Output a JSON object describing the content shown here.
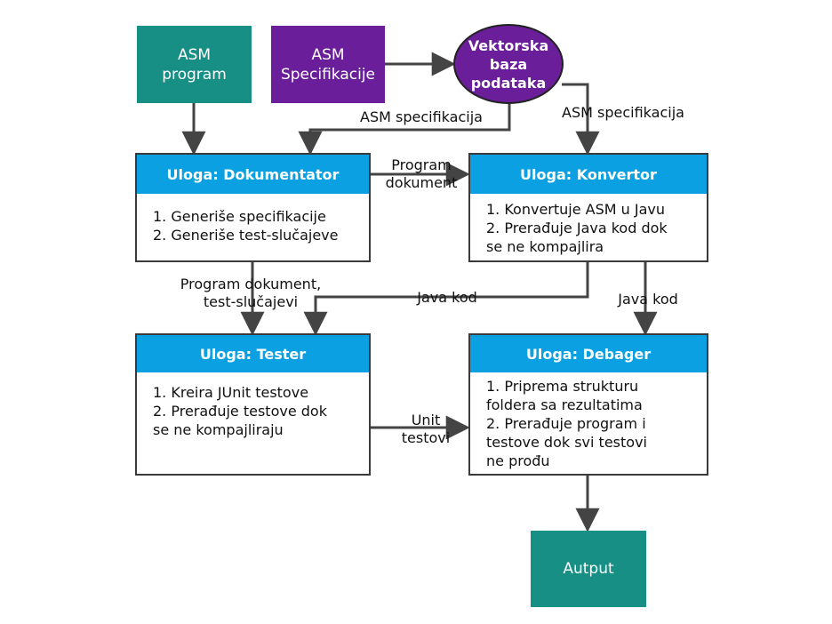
{
  "sources": {
    "asm_program": "ASM\nprogram",
    "asm_spec": "ASM\nSpecifikacije",
    "vector_db": "Vektorska\nbaza\npodataka"
  },
  "roles": {
    "documentator": {
      "title": "Uloga: Dokumentator",
      "items": [
        "1. Generiše specifikacije",
        "2. Generiše test-slučajeve"
      ]
    },
    "convertor": {
      "title": "Uloga: Konvertor",
      "items": [
        "1. Konvertuje ASM u Javu",
        "2. Prerađuje Java kod dok",
        "se ne kompajlira"
      ]
    },
    "tester": {
      "title": "Uloga: Tester",
      "items": [
        "1. Kreira JUnit testove",
        "2. Prerađuje testove dok",
        "se ne kompajliraju"
      ]
    },
    "debugger": {
      "title": "Uloga: Debager",
      "items": [
        "1. Priprema strukturu",
        "foldera sa rezultatima",
        "2. Prerađuje program i",
        "testove dok svi testovi",
        "ne prođu"
      ]
    }
  },
  "output": {
    "label": "Autput"
  },
  "edges": {
    "db_to_documentator": "ASM specifikacija",
    "db_to_convertor": "ASM specifikacija",
    "documentator_to_convertor": "Program\ndokument",
    "documentator_to_tester": "Program dokument,\ntest-slučajevi",
    "convertor_to_tester": "Java kod",
    "convertor_to_debugger": "Java kod",
    "tester_to_debugger": "Unit\ntestovi"
  },
  "colors": {
    "teal": "#178f85",
    "purple": "#6a1e9a",
    "role_header": "#0ba0e1",
    "line": "#444444"
  }
}
